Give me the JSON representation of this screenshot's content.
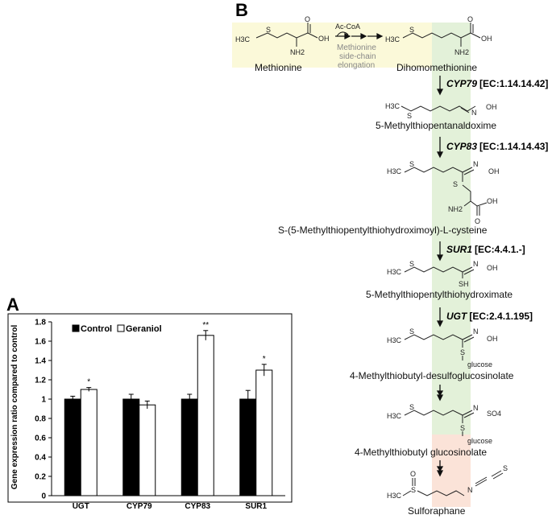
{
  "panel_a": {
    "letter": "A",
    "chart_data": {
      "type": "bar",
      "categories": [
        "UGT",
        "CYP79",
        "CYP83",
        "SUR1"
      ],
      "series": [
        {
          "name": "Control",
          "color": "#000000",
          "values": [
            1.0,
            1.0,
            1.0,
            1.0
          ],
          "errors": [
            0.03,
            0.05,
            0.05,
            0.09
          ],
          "labels": [
            "",
            "",
            "",
            ""
          ]
        },
        {
          "name": "Geraniol",
          "color": "#ffffff",
          "values": [
            1.1,
            0.94,
            1.66,
            1.3
          ],
          "errors": [
            0.02,
            0.04,
            0.05,
            0.06
          ],
          "labels": [
            "*",
            "",
            "**",
            "*"
          ]
        }
      ],
      "title": "",
      "xlabel": "",
      "ylabel": "Gene expression ratio compared to control",
      "ylim": [
        0,
        1.8
      ],
      "yticks": [
        "0",
        "0.2",
        "0.4",
        "0.6",
        "0.8",
        "1",
        "1.2",
        "1.4",
        "1.6",
        "1.8"
      ],
      "legend_position": "top-left",
      "grid": false
    }
  },
  "panel_b": {
    "letter": "B",
    "elongation": {
      "reagent": "Ac-CoA",
      "line1": "Methionine",
      "line2": "side-chain",
      "line3": "elongation"
    },
    "compounds": {
      "methionine": "Methionine",
      "dihomomethionine": "Dihomomethionine",
      "aldoxime": "5-Methylthiopentanaldoxime",
      "cysteine_conj": "S-(5-Methylthiopentylthiohydroximoyl)-L-cysteine",
      "thiohydroximate": "5-Methylthiopentylthiohydroximate",
      "desulfo": "4-Methylthiobutyl-desulfoglucosinolate",
      "glucosinolate": "4-Methylthiobutyl glucosinolate",
      "sulforaphane": "Sulforaphane"
    },
    "steps": [
      {
        "gene": "CYP79",
        "ec": "[EC:1.14.14.42]"
      },
      {
        "gene": "CYP83",
        "ec": "[EC:1.14.14.43]"
      },
      {
        "gene": "SUR1",
        "ec": "[EC:4.4.1.-]"
      },
      {
        "gene": "UGT",
        "ec": "[EC:2.4.1.195]"
      }
    ],
    "atoms": {
      "h3c": "H3C",
      "s": "S",
      "oh": "OH",
      "o": "O",
      "nh2": "NH2",
      "n": "N",
      "sh": "SH",
      "glucose": "glucose",
      "so4": "SO4"
    },
    "colors": {
      "methionine_bg": "#fbf9d9",
      "sidechain_bg": "#e3f1d9",
      "hydrolysis_bg": "#fbe3d8"
    }
  }
}
